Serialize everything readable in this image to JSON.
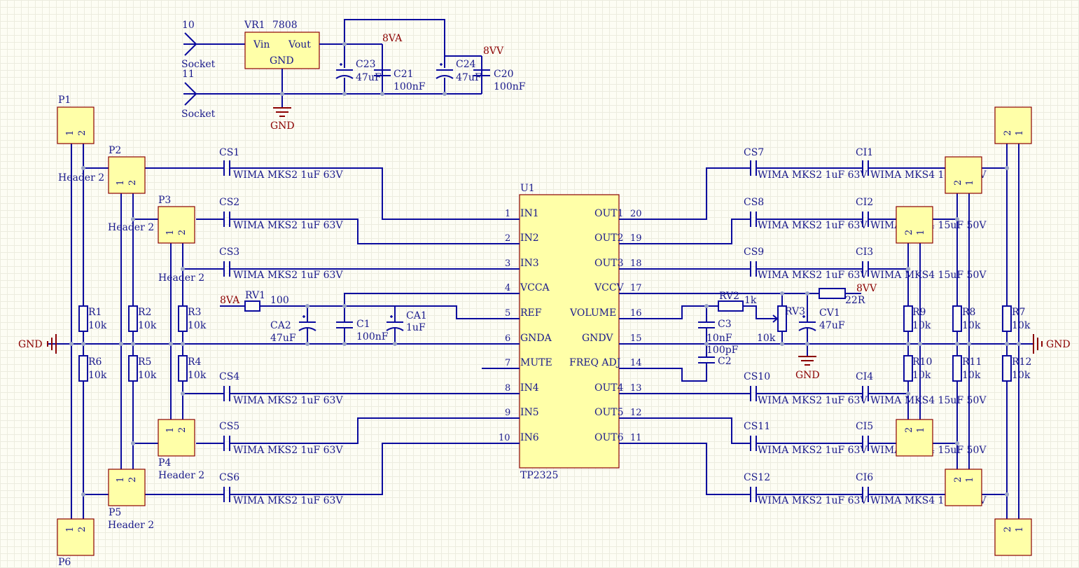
{
  "ic": {
    "ref": "U1",
    "part": "TP2325",
    "left": [
      {
        "n": "1",
        "label": "IN1"
      },
      {
        "n": "2",
        "label": "IN2"
      },
      {
        "n": "3",
        "label": "IN3"
      },
      {
        "n": "4",
        "label": "VCCA"
      },
      {
        "n": "5",
        "label": "REF"
      },
      {
        "n": "6",
        "label": "GNDA"
      },
      {
        "n": "7",
        "label": "MUTE"
      },
      {
        "n": "8",
        "label": "IN4"
      },
      {
        "n": "9",
        "label": "IN5"
      },
      {
        "n": "10",
        "label": "IN6"
      }
    ],
    "right": [
      {
        "n": "20",
        "label": "OUT1"
      },
      {
        "n": "19",
        "label": "OUT2"
      },
      {
        "n": "18",
        "label": "OUT3"
      },
      {
        "n": "17",
        "label": "VCCV"
      },
      {
        "n": "16",
        "label": "VOLUME"
      },
      {
        "n": "15",
        "label": "GNDV"
      },
      {
        "n": "14",
        "label": "FREQ ADJ"
      },
      {
        "n": "13",
        "label": "OUT4"
      },
      {
        "n": "12",
        "label": "OUT5"
      },
      {
        "n": "11",
        "label": "OUT6"
      }
    ]
  },
  "regulator": {
    "ref": "VR1",
    "part": "7808",
    "vin": "Vin",
    "vout": "Vout",
    "gnd": "GND"
  },
  "sockets": [
    {
      "pin": "10",
      "label": "Socket"
    },
    {
      "pin": "11",
      "label": "Socket"
    }
  ],
  "nets": {
    "gnd": "GND",
    "v8a": "8VA",
    "v8v": "8VV"
  },
  "headers": {
    "p1": "P1",
    "p2": "P2",
    "p3": "P3",
    "p4": "P4",
    "p5": "P5",
    "p6": "P6",
    "desc": "Header 2",
    "pin1": "1",
    "pin2": "2"
  },
  "reg_caps": {
    "c23": "C23",
    "c23v": "47uF",
    "c21": "C21",
    "c21v": "100nF",
    "c24": "C24",
    "c24v": "47uF",
    "c20": "C20",
    "c20v": "100nF"
  },
  "input_caps": {
    "refs": [
      "CS1",
      "CS2",
      "CS3",
      "CS4",
      "CS5",
      "CS6"
    ],
    "value": "WIMA MKS2 1uF 63V"
  },
  "output_caps": {
    "cs_refs": [
      "CS7",
      "CS8",
      "CS9",
      "CS10",
      "CS11",
      "CS12"
    ],
    "cs_value": "WIMA MKS2 1uF 63V",
    "ci_refs": [
      "CI1",
      "CI2",
      "CI3",
      "CI4",
      "CI5",
      "CI6"
    ],
    "ci_value": "WIMA MKS4 15uF 50V"
  },
  "resistors": {
    "r1": "R1",
    "r2": "R2",
    "r3": "R3",
    "r4": "R4",
    "r5": "R5",
    "r6": "R6",
    "r7": "R7",
    "r8": "R8",
    "r9": "R9",
    "r10": "R10",
    "r11": "R11",
    "r12": "R12",
    "value": "10k"
  },
  "analog": {
    "rv1": "RV1",
    "rv1v": "100",
    "ca2": "CA2",
    "ca2v": "47uF",
    "c1": "C1",
    "c1v": "100nF",
    "ca1": "CA1",
    "ca1v": "1uF"
  },
  "video": {
    "rv2": "RV2",
    "rv2v": "1k",
    "rv3": "RV3",
    "rv3v": "10k",
    "cv1": "CV1",
    "cv1v": "47uF",
    "r22": "22R",
    "c3": "C3",
    "c3v": "10nF",
    "c2": "C2",
    "c2v": "100pF"
  }
}
